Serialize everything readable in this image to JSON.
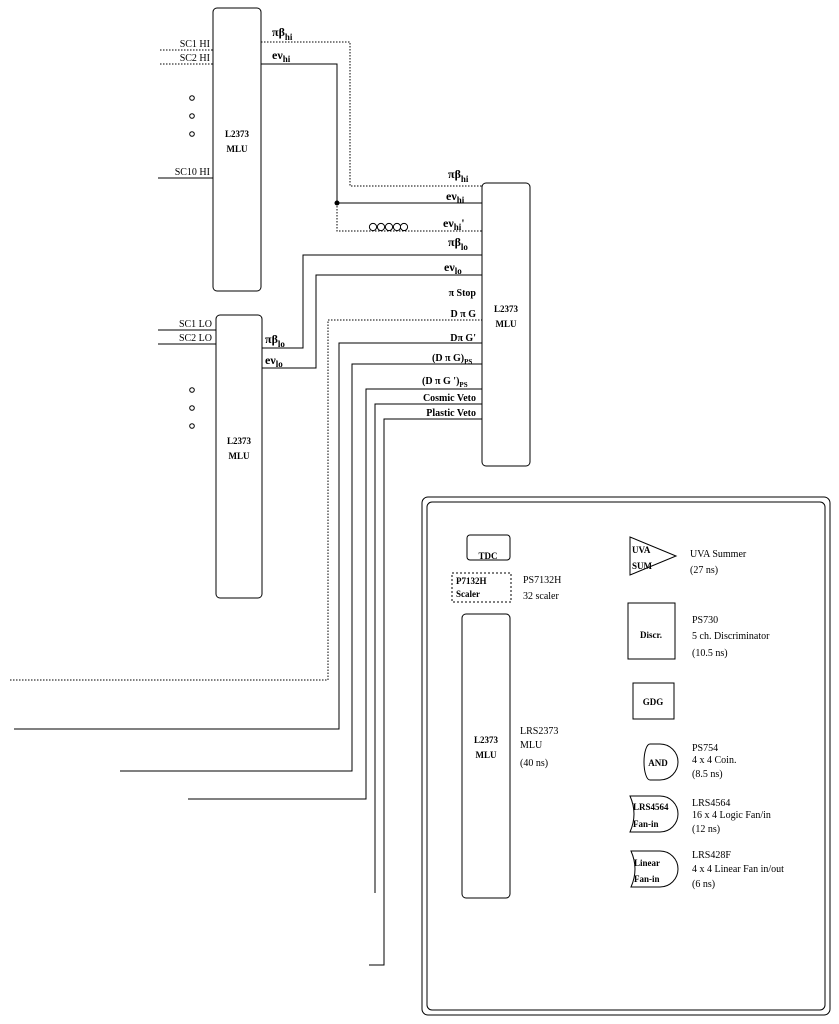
{
  "upper_module": {
    "line1": "L2373",
    "line2": "MLU"
  },
  "lower_module": {
    "line1": "L2373",
    "line2": "MLU"
  },
  "central_module": {
    "line1": "L2373",
    "line2": "MLU"
  },
  "upper_inputs": [
    "SC1 HI",
    "SC2 HI",
    "SC10 HI"
  ],
  "lower_inputs": [
    "SC1 LO",
    "SC2 LO"
  ],
  "upper_outputs": {
    "pibeta_hi": {
      "main": "πβ",
      "sub": "hi"
    },
    "enu_hi": {
      "main": "eν",
      "sub": "hi"
    }
  },
  "lower_outputs": {
    "pibeta_lo": {
      "main": "πβ",
      "sub": "lo"
    },
    "enu_lo": {
      "main": "eν",
      "sub": "lo"
    }
  },
  "central_inputs": {
    "pibeta_hi": {
      "main": "πβ",
      "sub": "hi"
    },
    "enu_hi": {
      "main": "eν",
      "sub": "hi"
    },
    "enu_hi_prime": {
      "main": "eν",
      "sub": "hi",
      "post": "'"
    },
    "pibeta_lo": {
      "main": "πβ",
      "sub": "lo"
    },
    "enu_lo": {
      "main": "eν",
      "sub": "lo"
    },
    "pi_stop": "π Stop",
    "dpig": "D π G",
    "dpig_prime": "Dπ G'",
    "dpig_ps": {
      "main": "(D π G)",
      "sub": "PS"
    },
    "dpig_prime_ps": {
      "main": "(D π G ')",
      "sub": "PS"
    },
    "cosmic_veto": "Cosmic Veto",
    "plastic_veto": "Plastic Veto"
  },
  "legend": {
    "tdc": "TDC",
    "scaler_box": {
      "line1": "P7132H",
      "line2": "Scaler"
    },
    "scaler_desc": [
      "PS7132H",
      "32 scaler"
    ],
    "mlu_box": {
      "line1": "L2373",
      "line2": "MLU"
    },
    "mlu_desc": [
      "LRS2373",
      "MLU",
      "(40 ns)"
    ],
    "uva_box": {
      "line1": "UVA",
      "line2": "SUM"
    },
    "uva_desc": [
      "UVA Summer",
      "(27 ns)"
    ],
    "discr_box": "Discr.",
    "discr_desc": [
      "PS730",
      "5 ch. Discriminator",
      "(10.5 ns)"
    ],
    "gdg_box": "GDG",
    "and_box": "AND",
    "and_desc": [
      "PS754",
      "4 x 4 Coin.",
      "(8.5 ns)"
    ],
    "fanin_box": {
      "line1": "LRS4564",
      "line2": "Fan-in"
    },
    "fanin_desc": [
      "LRS4564",
      "16 x 4 Logic Fan/in",
      "(12 ns)"
    ],
    "linear_box": {
      "line1": "Linear",
      "line2": "Fan-in"
    },
    "linear_desc": [
      "LRS428F",
      "4 x 4 Linear Fan in/out",
      "(6 ns)"
    ]
  }
}
